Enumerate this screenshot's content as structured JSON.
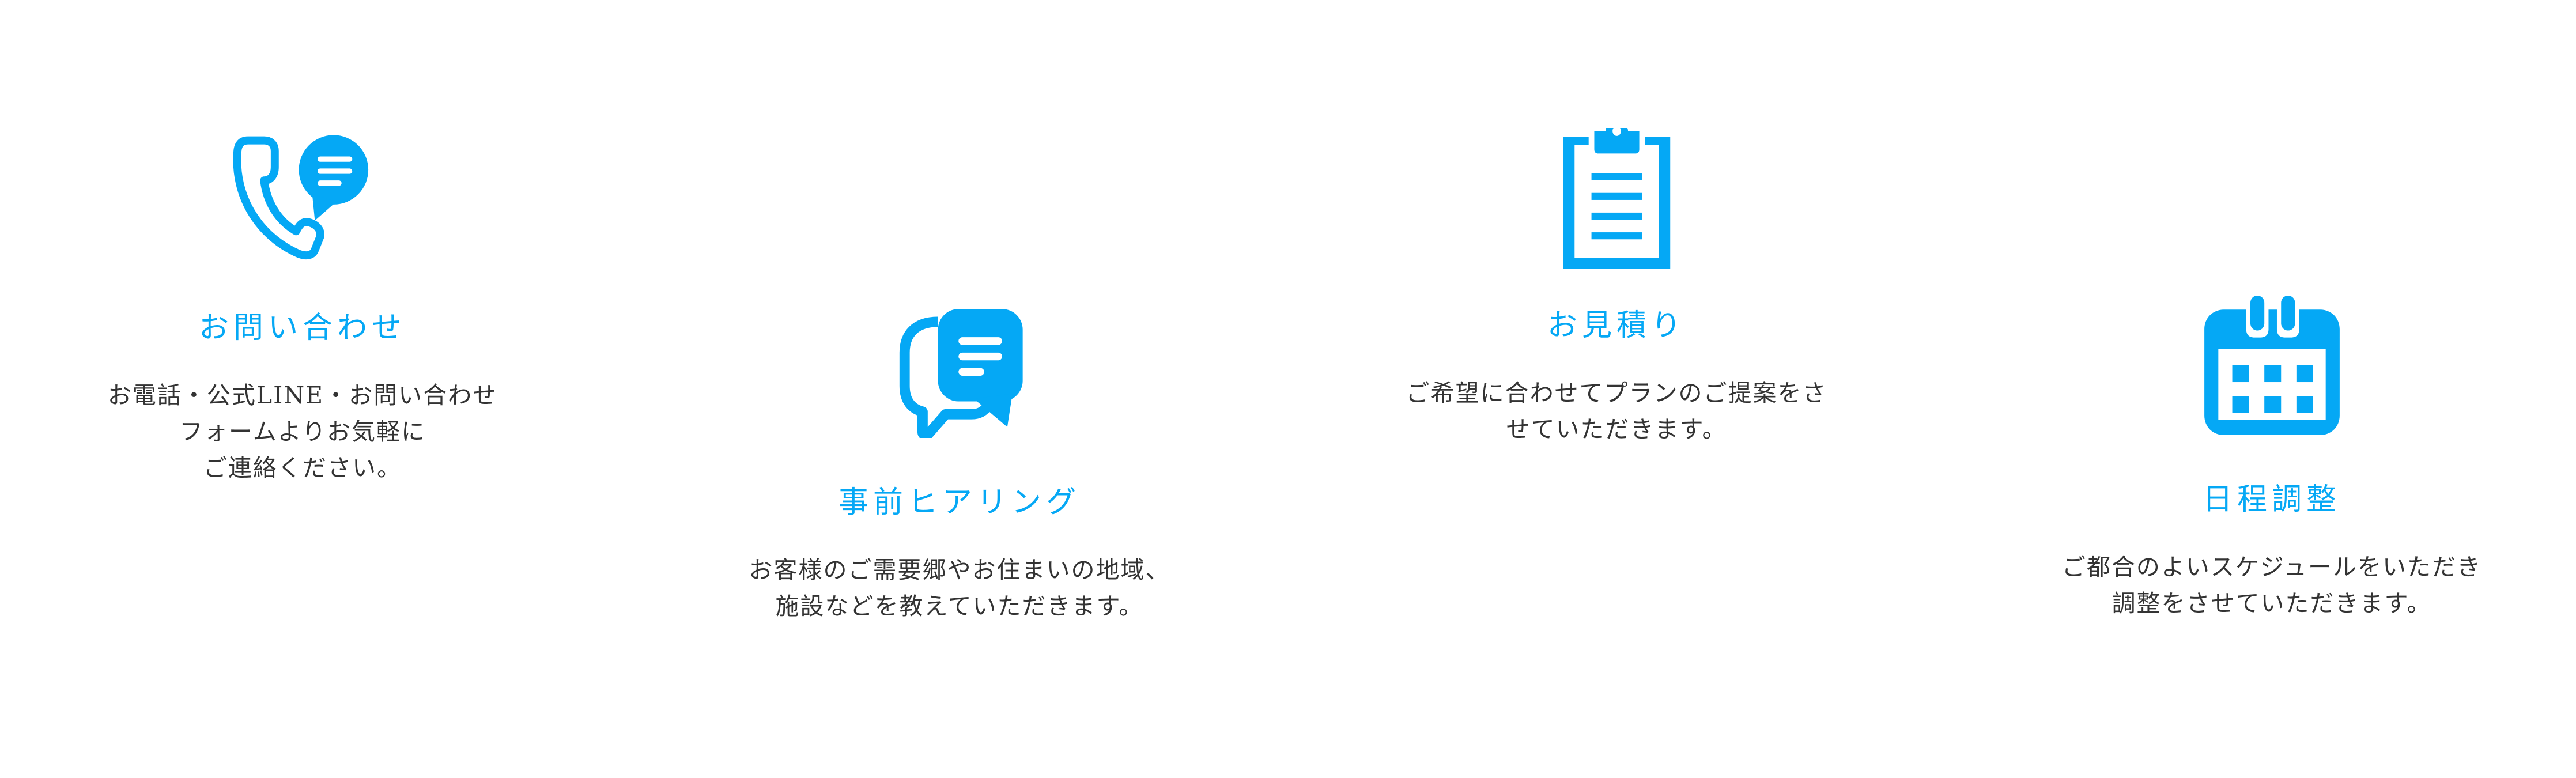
{
  "accent_color": "#05a8f5",
  "text_color": "#333333",
  "steps": [
    {
      "icon": "phone-chat-icon",
      "title": "お問い合わせ",
      "lines": [
        "お電話・公式LINE・お問い合わせ",
        "フォームよりお気軽に",
        "ご連絡ください。"
      ]
    },
    {
      "icon": "chat-bubbles-icon",
      "title": "事前ヒアリング",
      "lines": [
        "お客様のご需要郷やお住まいの地域、",
        "施設などを教えていただきます。"
      ]
    },
    {
      "icon": "clipboard-icon",
      "title": "お見積り",
      "lines": [
        "ご希望に合わせてプランのご提案をさ",
        "せていただきます。"
      ]
    },
    {
      "icon": "calendar-icon",
      "title": "日程調整",
      "lines": [
        "ご都合のよいスケジュールをいただき",
        "調整をさせていただきます。"
      ]
    }
  ]
}
